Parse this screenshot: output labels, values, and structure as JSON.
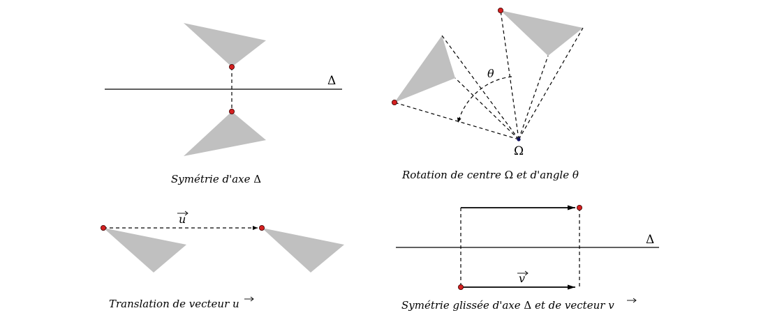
{
  "panels": {
    "reflection": {
      "axis_label": "Δ",
      "caption": {
        "text": "Symétrie d'axe ",
        "symbol": "Δ"
      }
    },
    "rotation": {
      "angle_label": "θ",
      "center_label": "Ω",
      "caption": {
        "text1": "Rotation de centre ",
        "symbol1": "Ω",
        "text2": " et d'angle ",
        "symbol2": "θ"
      }
    },
    "translation": {
      "vector_label": "u",
      "caption": {
        "text": "Translation  de vecteur ",
        "symbol": "u"
      }
    },
    "glide": {
      "axis_label": "Δ",
      "vector_label": "v",
      "caption": {
        "text1": "Symétrie glissée d'axe ",
        "symbol1": "Δ",
        "text2": " et de vecteur ",
        "symbol2": "v"
      }
    }
  }
}
